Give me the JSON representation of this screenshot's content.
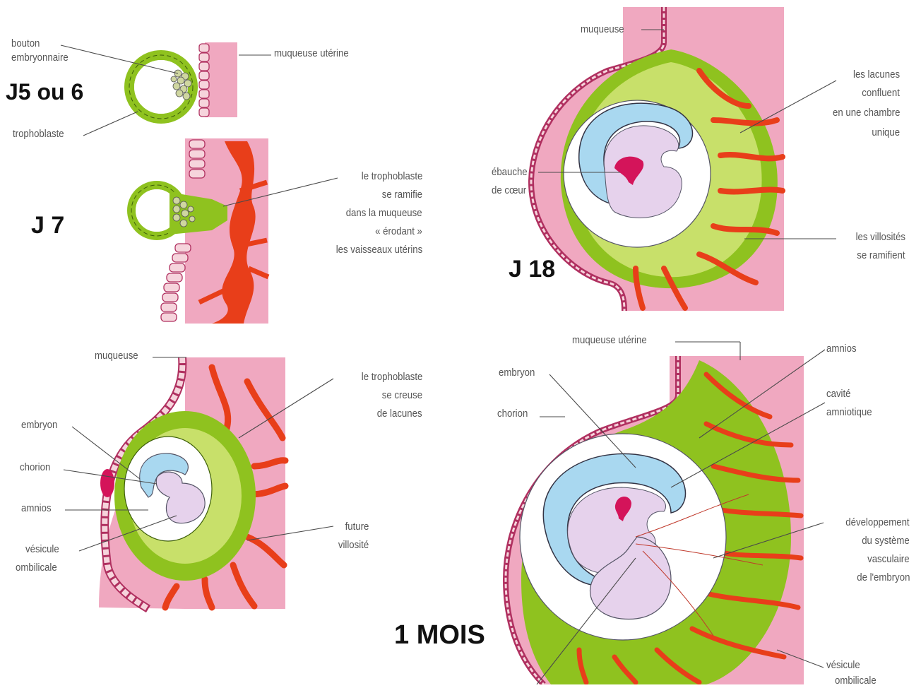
{
  "colors": {
    "mucosa": "#f0a8c0",
    "mucosa_edge": "#b03060",
    "trophoblast": "#8fc21f",
    "trophoblast_light": "#c8e06a",
    "vessels": "#e83e1a",
    "amnios": "#a9d8f0",
    "embryo": "#e6d2ec",
    "heart": "#d4145a",
    "label_text": "#555555",
    "title_text": "#111111"
  },
  "stages": {
    "j5": {
      "title": "J5 ou 6",
      "labels": {
        "bouton_1": "bouton",
        "bouton_2": "embryonnaire",
        "muqueuse": "muqueuse utérine",
        "trophoblaste": "trophoblaste"
      }
    },
    "j7": {
      "title": "J 7",
      "labels": {
        "ramifie_1": "le trophoblaste",
        "ramifie_2": "se ramifie",
        "ramifie_3": "dans la muqueuse",
        "ramifie_4": "« érodant »",
        "ramifie_5": "les vaisseaux utérins"
      }
    },
    "j12": {
      "labels": {
        "muqueuse": "muqueuse",
        "embryon": "embryon",
        "chorion": "chorion",
        "amnios": "amnios",
        "vesicule_1": "vésicule",
        "vesicule_2": "ombilicale",
        "lacunes_1": "le trophoblaste",
        "lacunes_2": "se creuse",
        "lacunes_3": "de lacunes",
        "future_1": "future",
        "future_2": "villosité"
      }
    },
    "j18": {
      "title": "J 18",
      "labels": {
        "muqueuse": "muqueuse",
        "lacunes_1": "les lacunes",
        "lacunes_2": "confluent",
        "lacunes_3": "en une chambre",
        "lacunes_4": "unique",
        "coeur_1": "ébauche",
        "coeur_2": "de cœur",
        "villosites_1": "les villosités",
        "villosites_2": "se ramifient"
      }
    },
    "month1": {
      "title": "1 MOIS",
      "labels": {
        "muqueuse": "muqueuse utérine",
        "embryon": "embryon",
        "chorion": "chorion",
        "amnios": "amnios",
        "cavite_1": "cavité",
        "cavite_2": "amniotique",
        "dev_1": "développement",
        "dev_2": "du système",
        "dev_3": "vasculaire",
        "dev_4": "de l'embryon",
        "vesicule_1": "vésicule",
        "vesicule_2": "ombilicale"
      }
    }
  }
}
